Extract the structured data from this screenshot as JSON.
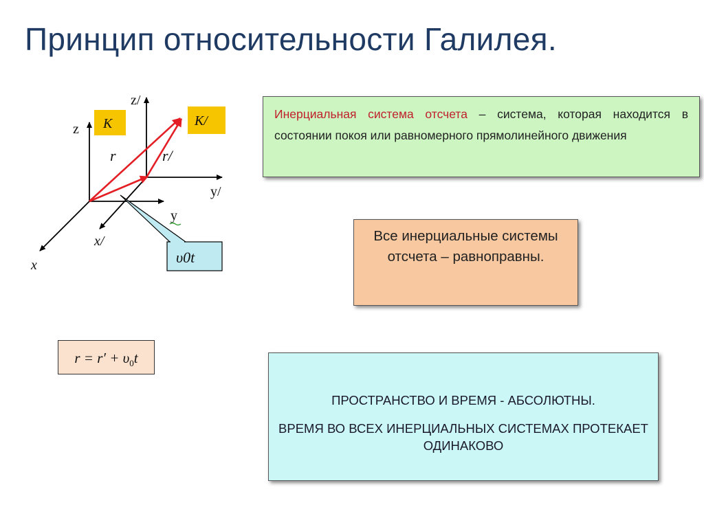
{
  "title": "Принцип относительности Галилея.",
  "diagram": {
    "frame_k_label": "K",
    "frame_k_prime_label": "K/",
    "axis_z": "z",
    "axis_y": "y",
    "axis_x": "x",
    "axis_z_prime": "z/",
    "axis_y_prime": "y/",
    "axis_x_prime": "x/",
    "vector_r": "r",
    "vector_r_prime": "r/",
    "callout": "υ0t"
  },
  "definition": {
    "term": "Инерциальная система отсчета",
    "text": " – система, которая находится в состоянии покоя или равномерного прямолинейного движения"
  },
  "equality_text": "Все инерциальные системы отсчета – равноправны.",
  "formula": {
    "lhs": "r = r′ + υ",
    "sub": "0",
    "rhs": "t"
  },
  "absolute": {
    "line1": "ПРОСТРАНСТВО И ВРЕМЯ - АБСОЛЮТНЫ.",
    "line2": "ВРЕМЯ ВО ВСЕХ ИНЕРЦИАЛЬНЫХ СИСТЕМАХ ПРОТЕКАЕТ ОДИНАКОВО"
  },
  "colors": {
    "title": "#1f3b63",
    "vector": "#e31e24",
    "label_box": "#f7c400",
    "callout_fill": "#bfeaf2"
  }
}
